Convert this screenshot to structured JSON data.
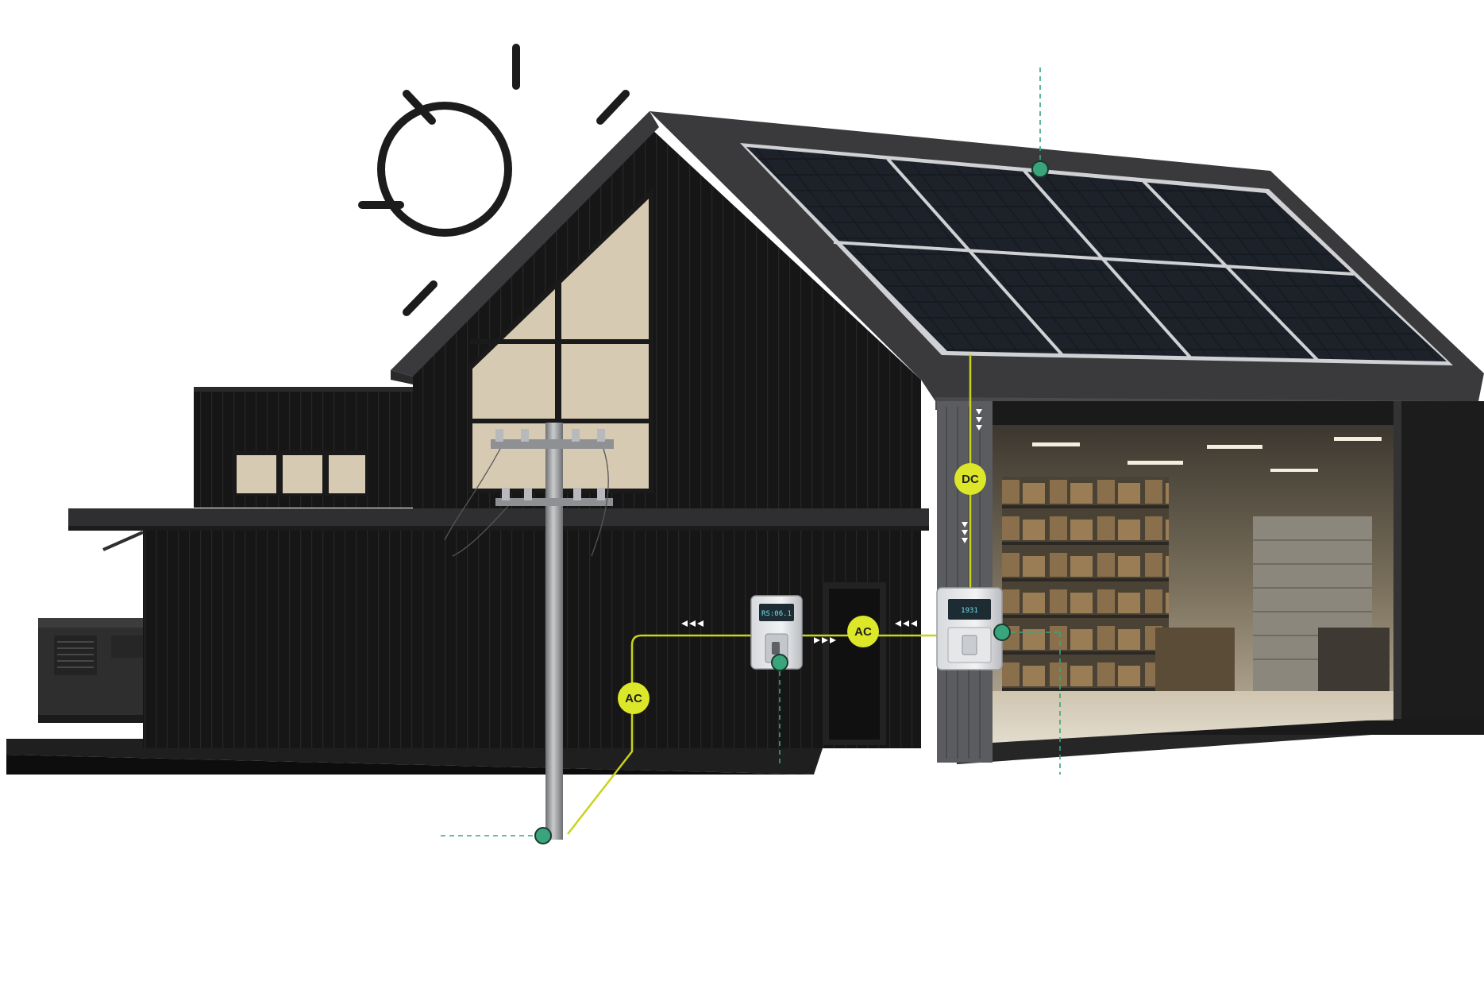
{
  "labels": {
    "dc": "DC",
    "ac_inverter": "AC",
    "ac_grid": "AC"
  },
  "displays": {
    "meter": "RS:06.1",
    "inverter": "1931"
  },
  "colors": {
    "background": "#ffffff",
    "building": "#141414",
    "roof": "#3a3a3c",
    "solar_panel": "#15181d",
    "window": "#d6cbb2",
    "warehouse_interior": "#6e6655",
    "power_line": "#c8d41a",
    "label_badge": "#dde72a",
    "node": "#3aa57d",
    "guide_line": "#3aa57d",
    "sun_outline": "#1c1c1c"
  },
  "icons": [
    "sun-icon",
    "solar-panel-array",
    "utility-pole",
    "smart-meter",
    "hybrid-inverter",
    "generator",
    "flow-arrow-icon"
  ]
}
